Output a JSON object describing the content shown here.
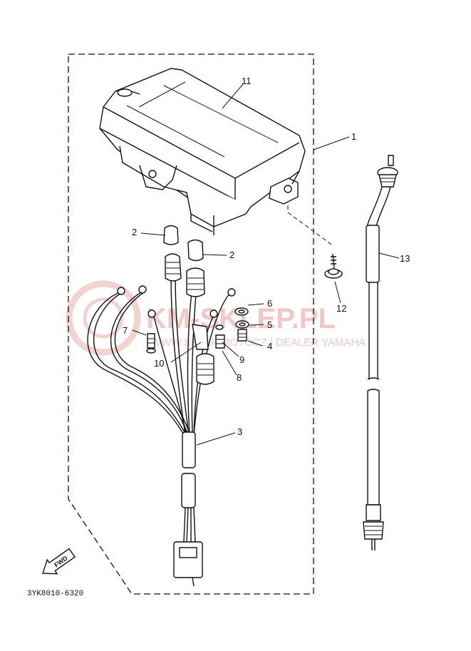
{
  "watermark": {
    "brand": "KM-SKLEP.PL",
    "tagline": "WWW.SKLEP MOTOCZ | DEALER YAMAHA"
  },
  "callouts": {
    "c1": "1",
    "c2a": "2",
    "c2b": "2",
    "c3": "3",
    "c4": "4",
    "c5": "5",
    "c6": "6",
    "c7": "7",
    "c8": "8",
    "c9": "9",
    "c10": "10",
    "c11": "11",
    "c12": "12",
    "c13": "13"
  },
  "fwd_label": "FWD",
  "diagram_code": "3YK8010-6320"
}
